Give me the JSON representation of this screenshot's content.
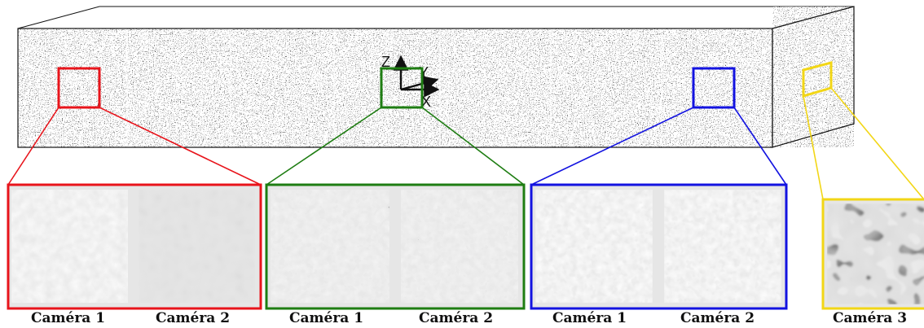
{
  "axes": {
    "z_label": "Z",
    "y_label": "Y",
    "x_label": "X"
  },
  "colors": {
    "red": "#e8141b",
    "green": "#1e7d12",
    "blue": "#1313e0",
    "yellow": "#f2d616",
    "outline": "#111111"
  },
  "groups": [
    {
      "color_key": "red",
      "cameras": [
        "Caméra 1",
        "Caméra 2"
      ]
    },
    {
      "color_key": "green",
      "cameras": [
        "Caméra 1",
        "Caméra 2"
      ]
    },
    {
      "color_key": "blue",
      "cameras": [
        "Caméra 1",
        "Caméra 2"
      ]
    },
    {
      "color_key": "yellow",
      "cameras": [
        "Caméra 3"
      ]
    }
  ]
}
